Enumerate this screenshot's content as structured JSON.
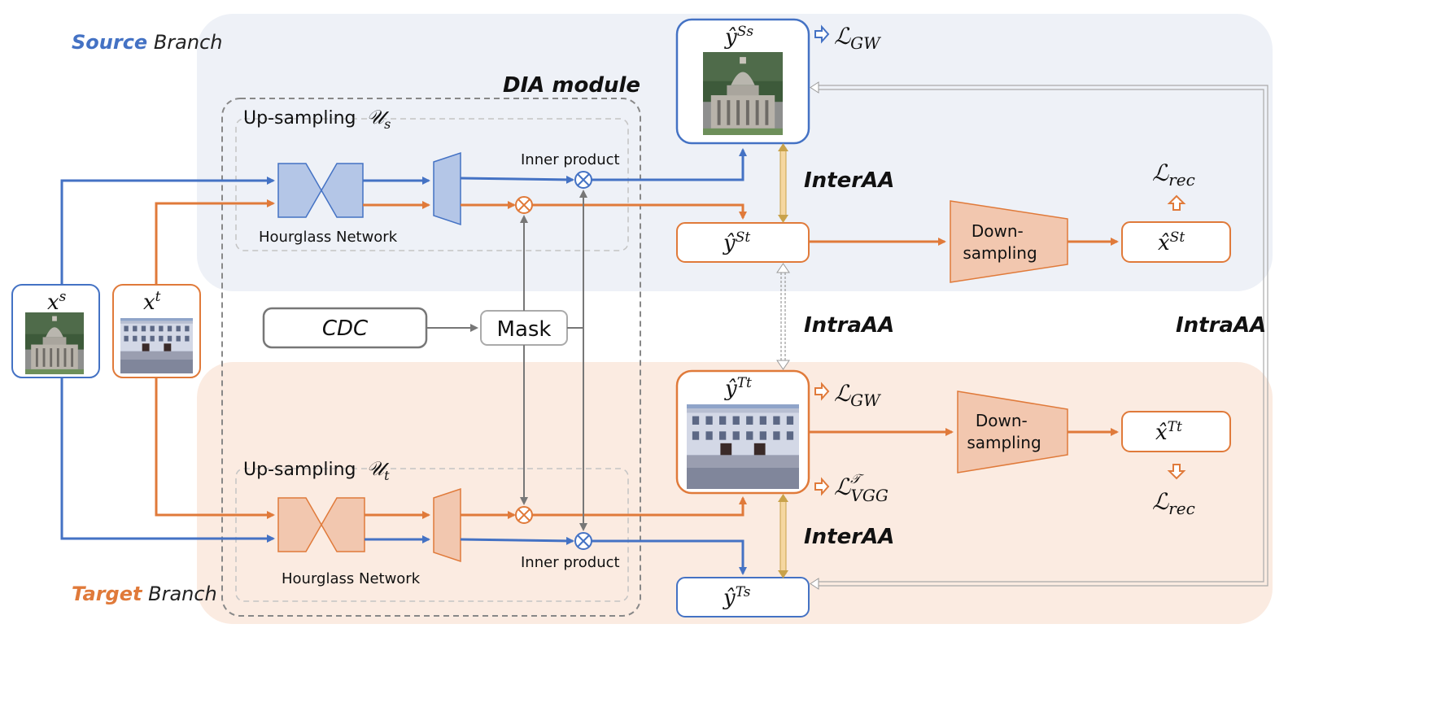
{
  "branches": {
    "source_word": "Source",
    "source_rest": " Branch",
    "target_word": "Target",
    "target_rest": " Branch"
  },
  "dia_module": "DIA module",
  "upsampling": {
    "source_label": "Up-sampling",
    "source_symbol": "𝒰",
    "source_sub": "s",
    "target_label": "Up-sampling",
    "target_symbol": "𝒰",
    "target_sub": "t"
  },
  "hourglass": {
    "top": "Hourglass Network",
    "bottom": "Hourglass Network"
  },
  "inner_product": {
    "top": "Inner product",
    "bottom": "Inner product"
  },
  "cdc": "CDC",
  "mask": "Mask",
  "inputs": {
    "xs_base": "x",
    "xs_sup": "s",
    "xt_base": "x",
    "xt_sup": "t"
  },
  "outputs": {
    "ySs_base": "ŷ",
    "ySs_sup": "Ss",
    "ySt_base": "ŷ",
    "ySt_sup": "St",
    "yTt_base": "ŷ",
    "yTt_sup": "Tt",
    "yTs_base": "ŷ",
    "yTs_sup": "Ts"
  },
  "downsampling": {
    "top": [
      "Down-",
      "sampling"
    ],
    "bottom": [
      "Down-",
      "sampling"
    ]
  },
  "recon": {
    "xSt_base": "x̂",
    "xSt_sup": "St",
    "xTt_base": "x̂",
    "xTt_sup": "Tt"
  },
  "losses": {
    "gw_top": "ℒ",
    "gw_top_sub": "GW",
    "gw_bottom": "ℒ",
    "gw_bottom_sub": "GW",
    "vgg": "ℒ",
    "vgg_sup": "𝒯",
    "vgg_sub": "VGG",
    "rec_top": "ℒ",
    "rec_top_sub": "rec",
    "rec_bottom": "ℒ",
    "rec_bottom_sub": "rec"
  },
  "alignment": {
    "inter_top": "InterAA",
    "intra_mid": "IntraAA",
    "intra_right": "IntraAA",
    "inter_bottom": "InterAA"
  },
  "colors": {
    "blue": "#4472C4",
    "orange": "#E07A3A",
    "source_bg": "#EEF1F7",
    "target_bg": "#FBEBE1",
    "blue_fill": "#B4C6E7",
    "orange_fill": "#F2C7AF",
    "gray": "#888888"
  }
}
